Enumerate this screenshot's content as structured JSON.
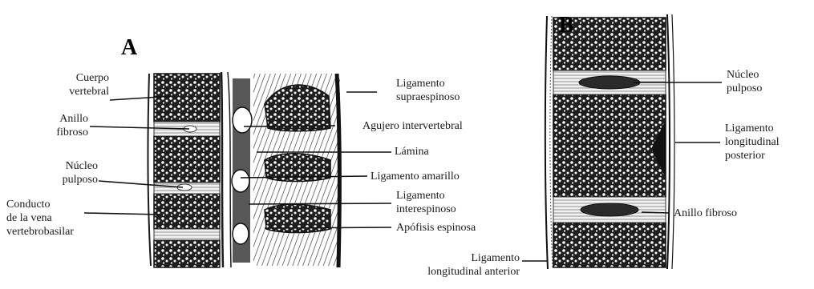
{
  "panels": [
    {
      "letter": "A",
      "labels_left": [
        [
          "Cuerpo",
          "vertebral"
        ],
        [
          "Anillo",
          "fibroso"
        ],
        [
          "Núcleo",
          "pulposo"
        ],
        [
          "Conducto",
          "de la vena",
          "vertebrobasilar"
        ]
      ],
      "labels_right": [
        [
          "Ligamento",
          "supraespinoso"
        ],
        [
          "Agujero intervertebral"
        ],
        [
          "Lámina"
        ],
        [
          "Ligamento amarillo"
        ],
        [
          "Ligamento",
          "interespinoso"
        ],
        [
          "Apófisis espinosa"
        ]
      ]
    },
    {
      "letter": "B",
      "labels_right": [
        [
          "Núcleo",
          "pulposo"
        ],
        [
          "Ligamento",
          "longitudinal",
          "posterior"
        ],
        [
          "Anillo fibroso"
        ]
      ],
      "labels_bottom": [
        [
          "Ligamento",
          "longitudinal anterior"
        ]
      ]
    }
  ],
  "colors": {
    "ink": "#1a1a1a",
    "paper": "#ffffff",
    "tissue": "#2b2b2b"
  }
}
